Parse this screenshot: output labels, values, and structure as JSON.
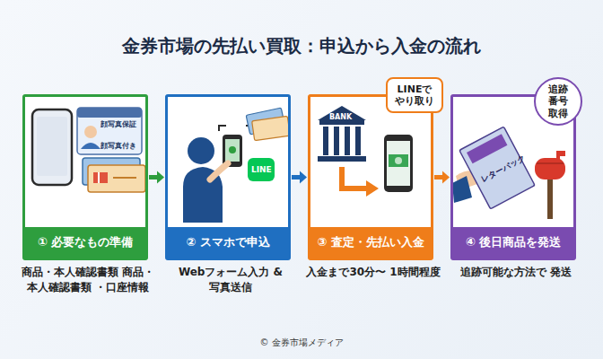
{
  "diagram": {
    "title": "金券市場の先払い買取：申込から入金の流れ",
    "caption": "© 金券市場メディア",
    "nodes": [
      {
        "text": [
          "商品・本人確認書類 商品・本人確認書類 ・口座情報"
        ]
      },
      {
        "text": [
          "① 必要なもの準備"
        ],
        "in": 0
      },
      {
        "text": [
          "Webフォーム入力 &写真送信"
        ]
      },
      {
        "text": [
          "② スマホで申込"
        ],
        "in": 2
      },
      {
        "text": [
          "入金まで30分〜 1時間程度"
        ]
      },
      {
        "text": [
          "③ 査定・先払い入金"
        ],
        "in": 4
      },
      {
        "text": [
          "LINEで やり取り"
        ],
        "in": 4
      },
      {
        "text": [
          "追跡可能な方法で 発送"
        ]
      },
      {
        "text": [
          "④ 後日商品を発送"
        ],
        "in": 7
      },
      {
        "text": [
          "追跡 番号 取得"
        ],
        "in": 7
      }
    ],
    "edges": [
      {
        "from": 0,
        "to": 2,
        "arrow": "to"
      },
      {
        "from": 2,
        "to": 4,
        "arrow": "to"
      },
      {
        "from": 4,
        "to": 7,
        "arrow": "to"
      }
    ],
    "labels": [
      "顔写真保証",
      "顔写真付き",
      "LINE",
      "BANK",
      "レターパック"
    ]
  }
}
